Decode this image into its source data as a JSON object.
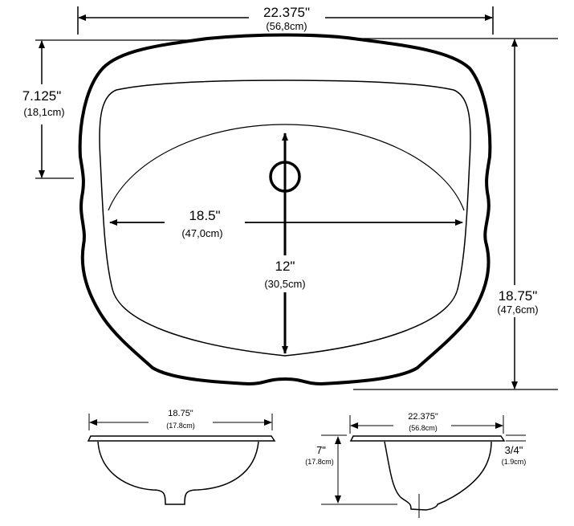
{
  "top_view": {
    "width_in": "22.375\"",
    "width_cm": "(56,8cm)",
    "rim_depth_in": "7.125\"",
    "rim_depth_cm": "(18,1cm)",
    "bowl_width_in": "18.5\"",
    "bowl_width_cm": "(47,0cm)",
    "bowl_length_in": "12\"",
    "bowl_length_cm": "(30,5cm)",
    "length_in": "18.75\"",
    "length_cm": "(47,6cm)"
  },
  "front_view": {
    "width_in": "18.75\"",
    "width_cm": "(17.8cm)"
  },
  "side_view": {
    "width_in": "22.375\"",
    "width_cm": "(56.8cm)",
    "depth_in": "7\"",
    "depth_cm": "(17.8cm)",
    "rim_in": "3/4\"",
    "rim_cm": "(1.9cm)"
  }
}
